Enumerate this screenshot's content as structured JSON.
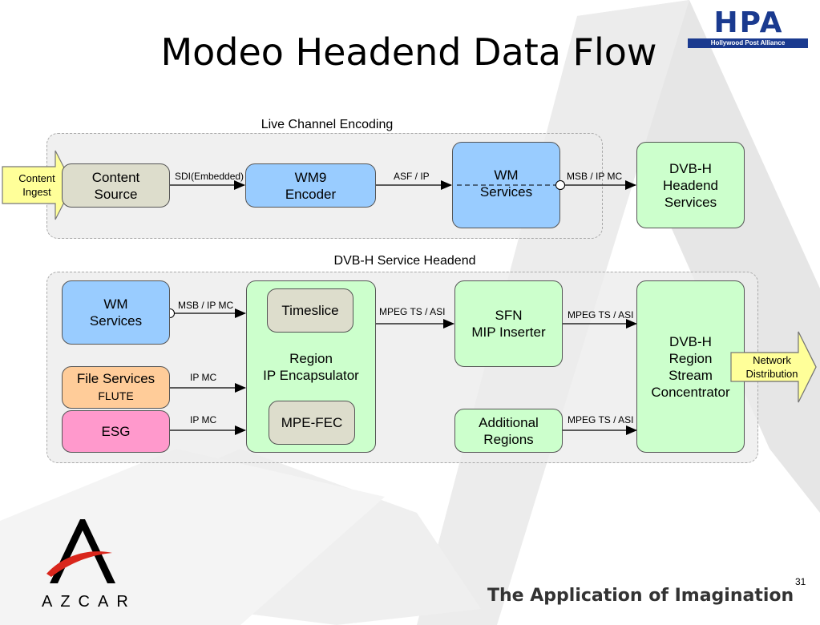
{
  "title": "Modeo Headend Data Flow",
  "logo_hpa": {
    "main": "HPA",
    "sub": "Hollywood Post Alliance",
    "color": "#1a3a8f"
  },
  "logo_azcar": {
    "name": "AZCAR",
    "colors": [
      "#000000",
      "#d9261c"
    ]
  },
  "tagline": "The Application of Imagination",
  "page_number": "31",
  "live": {
    "group_label": "Live Channel Encoding",
    "content_ingest": [
      "Content",
      "Ingest"
    ],
    "content_source": [
      "Content",
      "Source"
    ],
    "wm9_encoder": [
      "WM9",
      "Encoder"
    ],
    "wm_services": [
      "WM",
      "Services"
    ],
    "dvbh_headend": [
      "DVB-H",
      "Headend",
      "Services"
    ],
    "labels": {
      "sdi": "SDI(Embedded)",
      "asf": "ASF / IP",
      "msb": "MSB / IP MC"
    }
  },
  "headend": {
    "group_label": "DVB-H Service Headend",
    "wm_services": [
      "WM",
      "Services"
    ],
    "file_services": [
      "File Services",
      "FLUTE"
    ],
    "esg": "ESG",
    "region_encap": [
      "Region",
      "IP Encapsulator"
    ],
    "timeslice": "Timeslice",
    "mpe_fec": "MPE-FEC",
    "sfn": [
      "SFN",
      "MIP Inserter"
    ],
    "additional": [
      "Additional",
      "Regions"
    ],
    "concentrator": [
      "DVB-H",
      "Region",
      "Stream",
      "Concentrator"
    ],
    "network_distribution": [
      "Network",
      "Distribution"
    ],
    "labels": {
      "msb": "MSB / IP MC",
      "ipmc1": "IP MC",
      "ipmc2": "IP MC",
      "mpeg1": "MPEG TS / ASI",
      "mpeg2": "MPEG TS / ASI",
      "mpeg3": "MPEG TS / ASI"
    }
  }
}
